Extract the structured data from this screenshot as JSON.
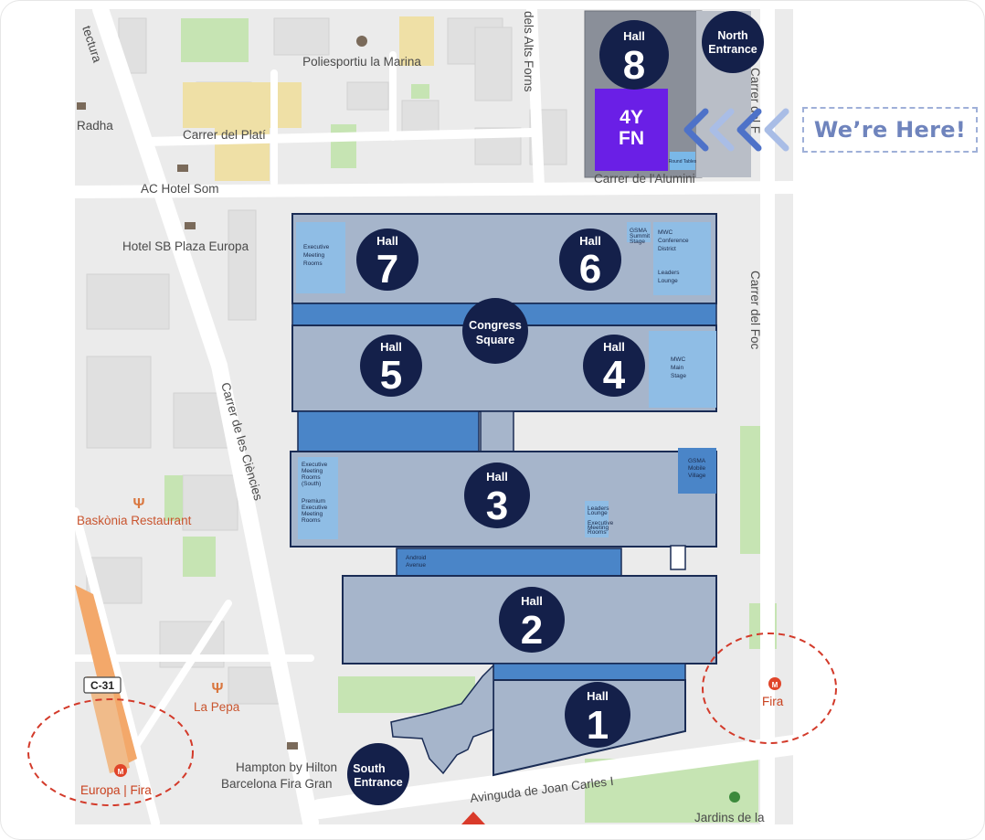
{
  "map": {
    "callout": "We’re Here!",
    "fyfn": [
      "4Y",
      "FN"
    ],
    "round_tables": "Round Tables",
    "streets": {
      "arquitectura": "tectura",
      "alts_forns": "dels Alts Forns",
      "plati": "Carrer del Platí",
      "alumini": "Carrer de l'Alumini",
      "foc_top": "Carrer del F",
      "foc": "Carrer del Foc",
      "ciencies": "Carrer de les Ciències",
      "joan_carles": "Avinguda de Joan Carles I",
      "highway": "C-31"
    },
    "pois": {
      "poliesportiu": "Poliesportiu la Marina",
      "radha": "Radha",
      "ac_hotel": "AC Hotel Som",
      "hotel_sb": "Hotel SB Plaza Europa",
      "baskonia": "Baskònia Restaurant",
      "la_pepa": "La Pepa",
      "hampton_1": "Hampton by Hilton",
      "hampton_2": "Barcelona Fira Gran",
      "jardins": "Jardins de la"
    },
    "metro": {
      "europa_fira": "Europa | Fira",
      "fira": "Fira"
    },
    "entrances": {
      "north": [
        "North",
        "Entrance"
      ],
      "south": [
        "South",
        "Entrance"
      ]
    },
    "hall_word": "Hall",
    "halls": [
      {
        "id": "8",
        "number": "8"
      },
      {
        "id": "7",
        "number": "7"
      },
      {
        "id": "6",
        "number": "6"
      },
      {
        "id": "5",
        "number": "5"
      },
      {
        "id": "4",
        "number": "4"
      },
      {
        "id": "3",
        "number": "3"
      },
      {
        "id": "2",
        "number": "2"
      },
      {
        "id": "1",
        "number": "1"
      }
    ],
    "congress": [
      "Congress",
      "Square"
    ],
    "rooms": {
      "h7_exec": [
        "Executive",
        "Meeting",
        "Rooms"
      ],
      "h6_gsma": [
        "GSMA",
        "Summit",
        "Stage"
      ],
      "h6_conf": [
        "MWC",
        "Conference",
        "District"
      ],
      "h6_leaders": [
        "Leaders",
        "Lounge"
      ],
      "h4_stage": [
        "MWC",
        "Main",
        "Stage"
      ],
      "h3_exec": [
        "Executive",
        "Meeting",
        "Rooms",
        "(South)"
      ],
      "h3_premium": [
        "Premium",
        "Executive",
        "Meeting",
        "Rooms"
      ],
      "h3_leaders": [
        "Leaders",
        "Lounge"
      ],
      "h3_exec2": [
        "Executive",
        "Meeting",
        "Rooms"
      ],
      "h3_village": [
        "GSMA",
        "Mobile",
        "Village"
      ],
      "avenue": [
        "Android",
        "Avenue"
      ]
    },
    "colors": {
      "hall_fill": "#a6b5cb",
      "hall_stroke": "#1a2c55",
      "band": "#4a85c8",
      "room": "#8fbde5",
      "circle": "#14204a",
      "fyfn": "#6a1fe6",
      "hall8": "#8a8f99",
      "metro": "#e0452a",
      "dashed_ring": "#d33a2a",
      "chevron": "#4e72c8"
    }
  }
}
